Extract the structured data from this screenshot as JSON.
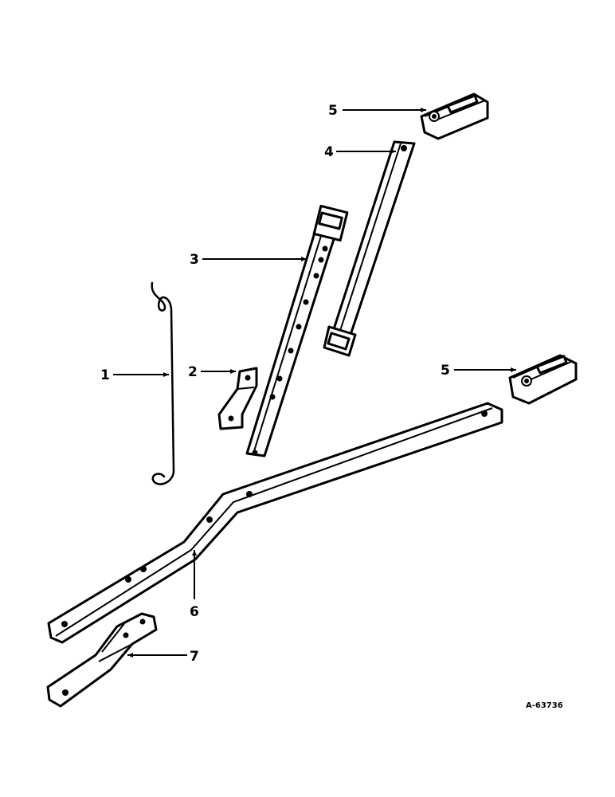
{
  "callouts": {
    "c1": "1",
    "c2": "2",
    "c3": "3",
    "c4": "4",
    "c5a": "5",
    "c5b": "5",
    "c6": "6",
    "c7": "7"
  },
  "figure_number": "A-63736"
}
